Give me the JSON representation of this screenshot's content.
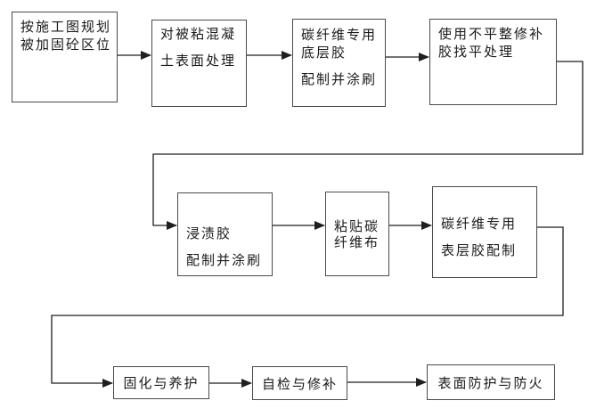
{
  "diagram_type": "flowchart",
  "colors": {
    "background": "#ffffff",
    "box_border": "#4a4a4a",
    "connector": "#1f1f1f",
    "text": "#1a1a1a"
  },
  "boxes": [
    {
      "name": "plan-region",
      "lines": [
        "按施工图规划",
        "被加固砼区位"
      ]
    },
    {
      "name": "surface-treatment",
      "lines": [
        "对被粘混凝",
        "土表面处理"
      ]
    },
    {
      "name": "primer-glue",
      "lines": [
        "碳纤维专用",
        "底层胶",
        "配制并涂刷"
      ]
    },
    {
      "name": "leveling",
      "lines": [
        "使用不平整修补",
        "胶找平处理"
      ]
    },
    {
      "name": "impregnation-glue",
      "lines": [
        "浸渍胶",
        "配制并涂刷"
      ]
    },
    {
      "name": "paste-cfrp",
      "lines": [
        "粘贴碳",
        "纤维布"
      ]
    },
    {
      "name": "top-coat-glue",
      "lines": [
        "碳纤维专用",
        "表层胶配制"
      ]
    },
    {
      "name": "curing",
      "lines": [
        "固化与养护"
      ]
    },
    {
      "name": "self-inspection",
      "lines": [
        "自检与修补"
      ]
    },
    {
      "name": "surface-protection",
      "lines": [
        "表面防护与防火"
      ]
    }
  ],
  "edges": [
    {
      "from": "plan-region",
      "to": "surface-treatment"
    },
    {
      "from": "surface-treatment",
      "to": "primer-glue"
    },
    {
      "from": "primer-glue",
      "to": "leveling"
    },
    {
      "from": "leveling",
      "to": "impregnation-glue"
    },
    {
      "from": "impregnation-glue",
      "to": "paste-cfrp"
    },
    {
      "from": "paste-cfrp",
      "to": "top-coat-glue"
    },
    {
      "from": "top-coat-glue",
      "to": "curing"
    },
    {
      "from": "curing",
      "to": "self-inspection"
    },
    {
      "from": "self-inspection",
      "to": "surface-protection"
    }
  ]
}
